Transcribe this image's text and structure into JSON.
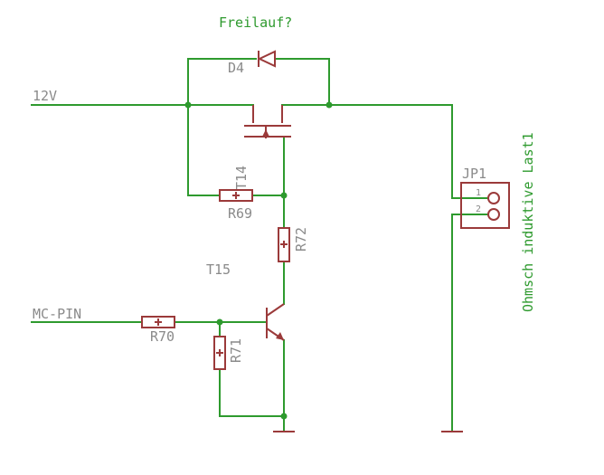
{
  "annotations": {
    "freewheel": "Freilauf?",
    "load": "Ohmsch induktive Last1"
  },
  "nets": {
    "supply": "12V",
    "mc_pin": "MC-PIN"
  },
  "parts": {
    "diode": "D4",
    "mosfet": "T14",
    "r_gate_pullup": "R69",
    "r_gate_series": "R72",
    "transistor": "T15",
    "r_base": "R70",
    "r_base_pulldown": "R71",
    "connector": "JP1"
  },
  "connector_pins": [
    "1",
    "2"
  ],
  "colors": {
    "wire": "#2e9a2e",
    "part": "#9b3a3a",
    "label": "#8a8a8a"
  }
}
